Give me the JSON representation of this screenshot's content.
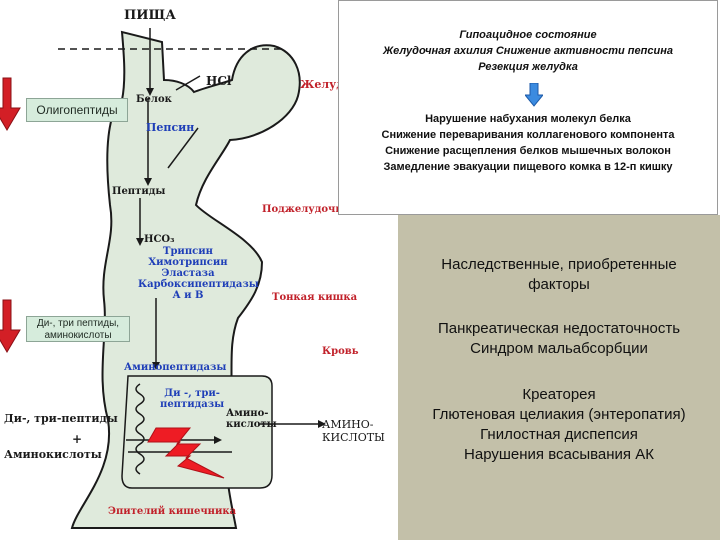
{
  "diagram": {
    "food": "ПИЩА",
    "stomach": "Желудок",
    "hcl": "HCl",
    "protein": "Белок",
    "pepsin": "Пепсин",
    "peptides": "Пептиды",
    "pancreas": "Поджелудочная железа",
    "bicarbonate": "HCO₃",
    "enzymes": [
      "Трипсин",
      "Химотрипсин",
      "Эластаза",
      "Карбоксипептидазы",
      "А и В"
    ],
    "small_intestine": "Тонкая кишка",
    "blood": "Кровь",
    "aminopeptidases": "Аминопептидазы",
    "di_tri_peptides_inner": [
      "Ди -, три-",
      "пептидазы"
    ],
    "di_tri_peptides_left": "Ди-, три-пептиды",
    "plus": "+",
    "amino_acids_left": "Аминокислоты",
    "amino_acids_inner": [
      "Амино-",
      "кислоты"
    ],
    "amino_acids_out": [
      "АМИНО-",
      "КИСЛОТЫ"
    ],
    "epithelium": "Эпителий кишечника",
    "oligopeptides": "Олигопептиды",
    "di_tri_box": [
      "Ди-, три пептиды,",
      "аминокислоты"
    ]
  },
  "top_panel": {
    "lines_top": [
      "Гипоацидное состояние",
      "Желудочная ахилия Снижение активности пепсина",
      "Резекция желудка"
    ],
    "lines_bottom": [
      "Нарушение набухания молекул белка",
      "Снижение переваривания коллагенового компонента",
      "Снижение расщепления белков мышечных волокон",
      "Замедление эвакуации пищевого комка в 12-п кишку"
    ]
  },
  "right_panel": {
    "group1": [
      "Наследственные, приобретенные",
      "факторы"
    ],
    "group2": [
      "Панкреатическая недостаточность",
      "Синдром мальабсорбции"
    ],
    "group3": [
      "Креаторея",
      "Глютеновая целиакия (энтеропатия)",
      "Гнилостная диспепсия",
      "Нарушения всасывания АК"
    ]
  },
  "colors": {
    "organ_fill": "#dfeadc",
    "arrow_red": "#d31f26",
    "arrow_blue": "#3b8be0",
    "panel_bg": "#c3c0a9",
    "label_blue": "#1f3fb8",
    "label_red": "#c1212a"
  }
}
